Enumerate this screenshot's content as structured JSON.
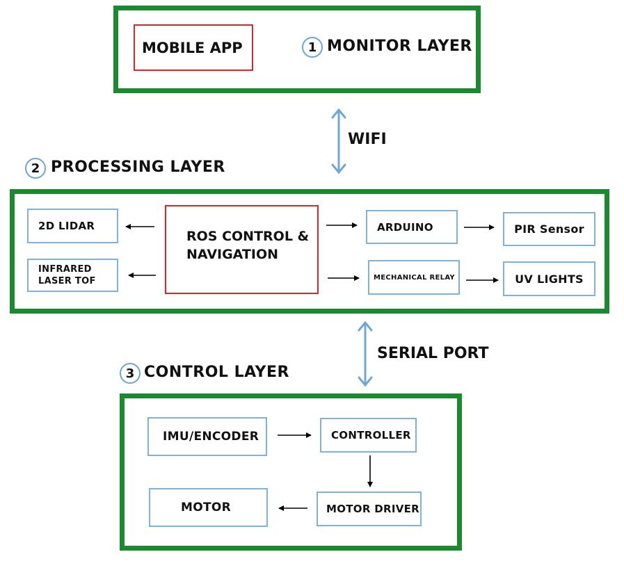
{
  "monitor_layer": {
    "number": "1",
    "title": "MONITOR LAYER",
    "mobile_app": "MOBILE APP"
  },
  "wifi_label": "WIFI",
  "processing_layer": {
    "number": "2",
    "title": "PROCESSING LAYER",
    "lidar": "2D LIDAR",
    "infrared_line1": "INFRARED",
    "infrared_line2": "LASER TOF",
    "ros_line1": "ROS CONTROL &",
    "ros_line2": "NAVIGATION",
    "arduino": "ARDUINO",
    "pir": "PIR Sensor",
    "relay": "MECHANICAL RELAY",
    "uv": "UV LIGHTS"
  },
  "serial_label": "SERIAL PORT",
  "control_layer": {
    "number": "3",
    "title": "CONTROL LAYER",
    "imu": "IMU/ENCODER",
    "controller": "CONTROLLER",
    "motor": "MOTOR",
    "motor_driver": "MOTOR DRIVER"
  },
  "colors": {
    "layer_border": "#1a8a2f",
    "box_border": "#7fb2d9",
    "core_border": "#e0242c",
    "link_arrow": "#6ea8d6"
  }
}
